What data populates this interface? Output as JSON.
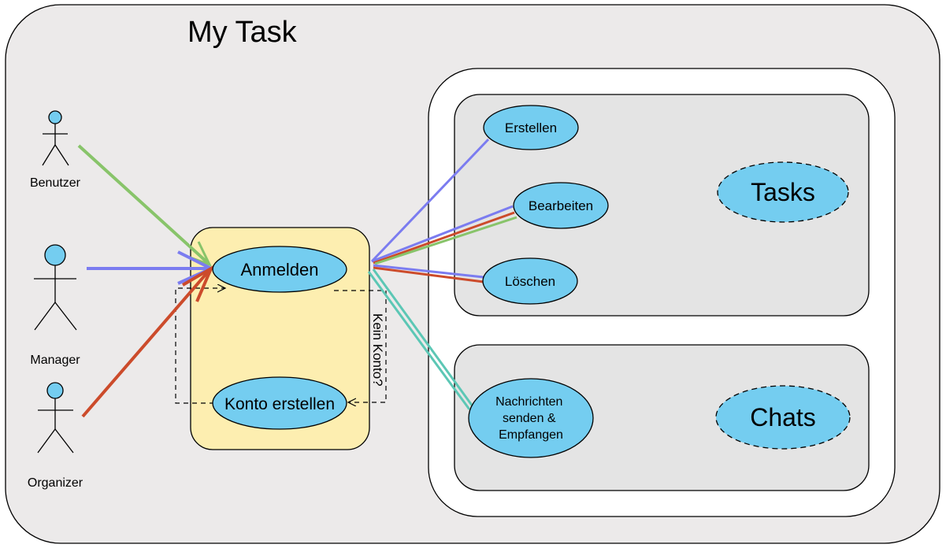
{
  "title": "My Task",
  "actors": [
    {
      "id": "benutzer",
      "label": "Benutzer"
    },
    {
      "id": "manager",
      "label": "Manager"
    },
    {
      "id": "organizer",
      "label": "Organizer"
    }
  ],
  "auth": {
    "login": "Anmelden",
    "register": "Konto erstellen",
    "no_account_note": "Kein Konto?"
  },
  "tasks_group": {
    "label": "Tasks",
    "use_cases": [
      "Erstellen",
      "Bearbeiten",
      "Löschen"
    ]
  },
  "chats_group": {
    "label": "Chats",
    "use_case_lines": [
      "Nachrichten",
      "senden &",
      "Empfangen"
    ]
  },
  "colors": {
    "benutzer": "#88c46a",
    "manager": "#7b7cf0",
    "organizer": "#cc4b2b",
    "chat": "#5cc7b5",
    "use_case_fill": "#74cdf0",
    "auth_box_fill": "#fdeeb0",
    "group_fill": "#e4e4e4",
    "canvas_fill": "#eceaea"
  }
}
